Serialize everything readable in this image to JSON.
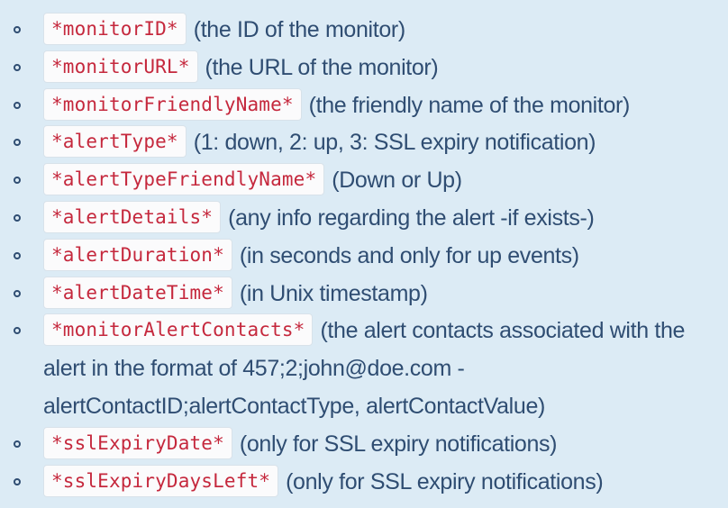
{
  "items": [
    {
      "code": "*monitorID*",
      "desc": "(the ID of the monitor)"
    },
    {
      "code": "*monitorURL*",
      "desc": "(the URL of the monitor)"
    },
    {
      "code": "*monitorFriendlyName*",
      "desc": "(the friendly name of the monitor)"
    },
    {
      "code": "*alertType*",
      "desc": "(1: down, 2: up, 3: SSL expiry notification)"
    },
    {
      "code": "*alertTypeFriendlyName*",
      "desc": "(Down or Up)"
    },
    {
      "code": "*alertDetails*",
      "desc": "(any info regarding the alert -if exists-)"
    },
    {
      "code": "*alertDuration*",
      "desc": "(in seconds and only for up events)"
    },
    {
      "code": "*alertDateTime*",
      "desc": "(in Unix timestamp)"
    },
    {
      "code": "*monitorAlertContacts*",
      "desc": "(the alert contacts associated with the alert in the format of 457;2;john@doe.com - alertContactID;alertContactType, alertContactValue)"
    },
    {
      "code": "*sslExpiryDate*",
      "desc": "(only for SSL expiry notifications)"
    },
    {
      "code": "*sslExpiryDaysLeft*",
      "desc": "(only for SSL expiry notifications)"
    }
  ],
  "colors": {
    "background": "#dcebf5",
    "text": "#2f4d72",
    "code_text": "#c5283d",
    "code_background": "#fbfbfc"
  }
}
